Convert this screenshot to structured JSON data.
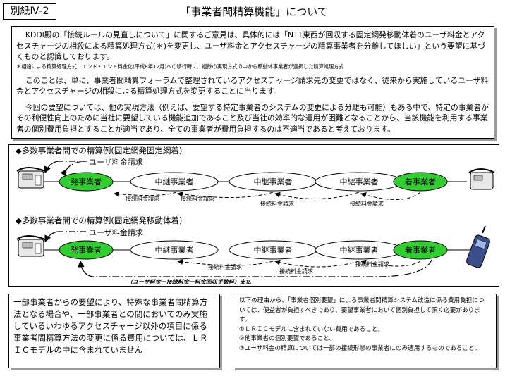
{
  "doc_tag": "別紙Ⅳ-2",
  "title": "「事業者間精算機能」について",
  "intro": {
    "p1": "KDDI殿の「接続ルールの見直しについて」に関するご意見は、具体的には「NTT東西が回収する固定網発移動体着のユーザ料金とアクセスチャージの相殺による精算処理方式(＊)を変更し、ユーザ料金とアクセスチャージの精算事業者を分離してほしい」という要望に基づくものと認識しております。",
    "note": "＊相殺による精算処理方式：エンド・エンド料金化(平成8年12月)への移行時に、複数の実現方式の中から移動体事業者が選択した精算処理方式",
    "p2": "このことは、単に、事業者間精算フォーラムで整理されているアクセスチャージ請求先の変更ではなく、従来から実施しているユーザ料金とアクセスチャージの相殺による精算処理方式を変更することに当ります。",
    "p3": "今回の要望については、他の実現方法（例えば、要望する特定事業者のシステムの変更による分離も可能）もある中で、特定の事業者がその利便性向上のために当社に要望している機能追加であること及び当社の効率的な運用が困難となることから、当該機能を利用する事業者の個別費用負担とすることが適当であり、全ての事業者が費用負担するのは不適当であると考えております。"
  },
  "diagram": {
    "section1_title": "◆多数事業者間での精算例(固定網発固定網着)",
    "section2_title": "◆多数事業者間での精算例(固定網発移動体着)",
    "user_charge_label": "ユーザ料金請求",
    "nodes": [
      "発事業者",
      "中継事業者",
      "中継事業者",
      "中継事業者",
      "着事業者"
    ],
    "conn_charge_label": "接続料金請求",
    "offset_label": "（ユーザ料金－接続料金－料金回収手数料）支払",
    "colors": {
      "accent_green": "#33cc33",
      "node_border": "#000000"
    }
  },
  "bottom_left": "一部事業者からの要望により、特殊な事業者間精算方法となる場合や、一部事業者との間においてのみ実施しているいわゆるアクセスチャージ以外の項目に係る事業者間精算方法の変更に係る費用については、ＬＲＩＣモデルの中に含まれていません",
  "bottom_right": {
    "lead": "以下の理由から、「事業者個別要望」による事業者間精算システム改造に係る費用負担については、便益者が負担すべきであり、要望事業者において個別負担して頂く必要があります。",
    "items": [
      "①ＬＲＩＣモデルに含まれていない費用であること。",
      "②他事業者の個別要望であること。",
      "③ユーザ料金の精算については一部の接続形態の事業者にのみ適用するものであること。"
    ]
  }
}
